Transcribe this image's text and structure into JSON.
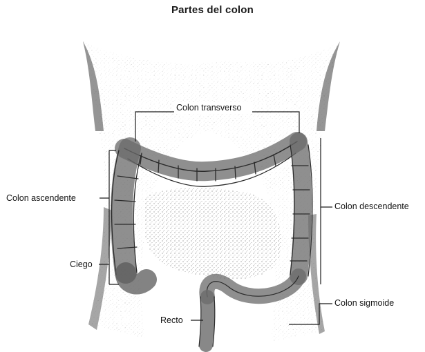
{
  "title": "Partes del colon",
  "labels": {
    "transverse": "Colon transverso",
    "ascending": "Colon ascendente",
    "descending": "Colon descendente",
    "cecum": "Ciego",
    "sigmoid": "Colon sigmoide",
    "rectum": "Recto"
  },
  "colors": {
    "ink": "#1a1a1a",
    "stipple": "#5a5a5a",
    "background": "#ffffff"
  }
}
